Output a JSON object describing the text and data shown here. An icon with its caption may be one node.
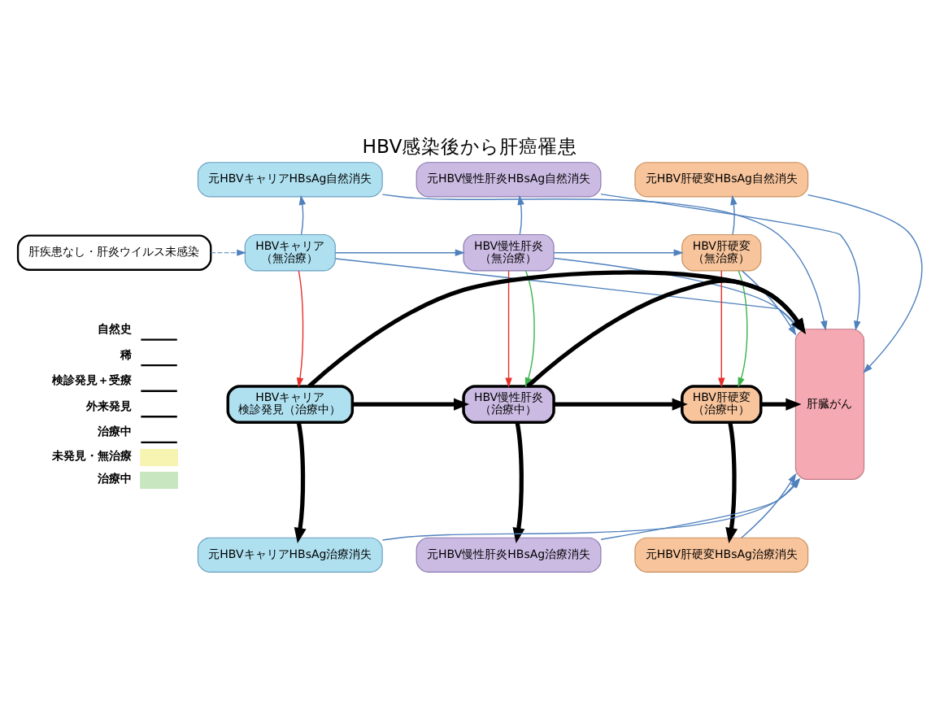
{
  "diagram": {
    "title": "HBV感染後から肝癌罹患",
    "nodes": [
      {
        "text": [
          "元HBVキャリアHBsAg自然消失"
        ]
      },
      {
        "text": [
          "元HBV慢性肝炎HBsAg自然消失"
        ]
      },
      {
        "text": [
          "元HBV肝硬変HBsAg自然消失"
        ]
      },
      {
        "text": [
          "肝疾患なし・肝炎ウイルス未感染"
        ]
      },
      {
        "text": [
          "HBVキャリア",
          "（無治療）"
        ]
      },
      {
        "text": [
          "HBV慢性肝炎",
          "（無治療）"
        ]
      },
      {
        "text": [
          "HBV肝硬変",
          "（無治療）"
        ]
      },
      {
        "text": [
          "肝臓がん"
        ]
      },
      {
        "text": [
          "HBVキャリア",
          "検診発見（治療中）"
        ]
      },
      {
        "text": [
          "HBV慢性肝炎",
          "（治療中）"
        ]
      },
      {
        "text": [
          "HBV肝硬変",
          "（治療中）"
        ]
      },
      {
        "text": [
          "元HBVキャリアHBsAg治療消失"
        ]
      },
      {
        "text": [
          "元HBV慢性肝炎HBsAg治療消失"
        ]
      },
      {
        "text": [
          "元HBV肝硬変HBsAg治療消失"
        ]
      }
    ],
    "edges": [
      {
        "from": 3,
        "to": 4,
        "arrow": "to",
        "style": "dashed"
      },
      {
        "from": 4,
        "to": 0,
        "arrow": "to"
      },
      {
        "from": 4,
        "to": 5,
        "arrow": "to"
      },
      {
        "from": 5,
        "to": 1,
        "arrow": "to"
      },
      {
        "from": 5,
        "to": 6,
        "arrow": "to"
      },
      {
        "from": 6,
        "to": 2,
        "arrow": "to"
      },
      {
        "from": 6,
        "to": 7,
        "arrow": "to"
      },
      {
        "from": 4,
        "to": 7,
        "arrow": "to"
      },
      {
        "from": 5,
        "to": 7,
        "arrow": "to"
      },
      {
        "from": 0,
        "to": 7,
        "arrow": "to"
      },
      {
        "from": 1,
        "to": 7,
        "arrow": "to"
      },
      {
        "from": 2,
        "to": 7,
        "arrow": "to"
      },
      {
        "from": 4,
        "to": 8,
        "arrow": "to",
        "color": "#e8302a"
      },
      {
        "from": 5,
        "to": 9,
        "arrow": "to",
        "color": "#e8302a"
      },
      {
        "from": 6,
        "to": 10,
        "arrow": "to",
        "color": "#e8302a"
      },
      {
        "from": 5,
        "to": 9,
        "arrow": "to",
        "color": "#3bb34a"
      },
      {
        "from": 6,
        "to": 10,
        "arrow": "to",
        "color": "#3bb34a"
      },
      {
        "from": 8,
        "to": 9,
        "arrow": "to",
        "style": "thick",
        "color": "#000000"
      },
      {
        "from": 9,
        "to": 10,
        "arrow": "to",
        "style": "thick",
        "color": "#000000"
      },
      {
        "from": 8,
        "to": 7,
        "arrow": "to",
        "style": "thick",
        "color": "#000000"
      },
      {
        "from": 9,
        "to": 7,
        "arrow": "to",
        "style": "thick",
        "color": "#000000"
      },
      {
        "from": 10,
        "to": 7,
        "arrow": "to",
        "style": "thick",
        "color": "#000000"
      },
      {
        "from": 8,
        "to": 11,
        "arrow": "to",
        "style": "thick",
        "color": "#000000"
      },
      {
        "from": 9,
        "to": 12,
        "arrow": "to",
        "style": "thick",
        "color": "#000000"
      },
      {
        "from": 10,
        "to": 13,
        "arrow": "to",
        "style": "thick",
        "color": "#000000"
      },
      {
        "from": 11,
        "to": 7,
        "arrow": "to"
      },
      {
        "from": 12,
        "to": 7,
        "arrow": "to"
      },
      {
        "from": 13,
        "to": 7,
        "arrow": "to"
      }
    ],
    "legend": [
      {
        "text": "自然史"
      },
      {
        "text": "稀"
      },
      {
        "text": "検診発見＋受療"
      },
      {
        "text": "外来発見"
      },
      {
        "text": "治療中"
      },
      {
        "text": "未発見・無治療",
        "color": "#f7f3b0"
      },
      {
        "text": "治療中",
        "color": "#c8e6c0"
      }
    ]
  }
}
